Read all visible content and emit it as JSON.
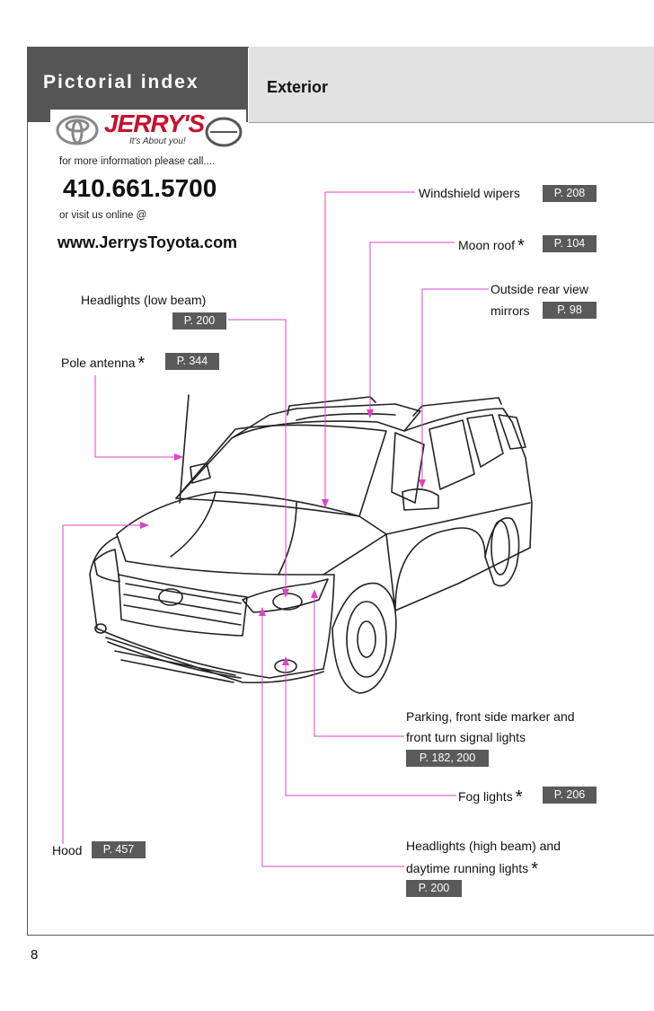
{
  "header": {
    "section": "Pictorial index",
    "subsection": "Exterior"
  },
  "ad": {
    "brand": "JERRY'S",
    "tagline": "It's About you!",
    "info_line": "for more information please call....",
    "phone": "410.661.5700",
    "visit_line": "or visit us online @",
    "website": "www.JerrysToyota.com"
  },
  "callouts": {
    "windshield_wipers": {
      "label": "Windshield wipers",
      "page": "P. 208"
    },
    "moon_roof": {
      "label": "Moon roof",
      "asterisk": "*",
      "page": "P. 104"
    },
    "mirrors": {
      "label_line1": "Outside rear view",
      "label_line2": "mirrors",
      "page": "P. 98"
    },
    "headlights_low": {
      "label": "Headlights (low beam)",
      "page": "P. 200"
    },
    "pole_antenna": {
      "label": "Pole antenna",
      "asterisk": "*",
      "page": "P. 344"
    },
    "parking_lights": {
      "label_line1": "Parking, front side marker and",
      "label_line2": "front turn signal lights",
      "page": "P. 182, 200"
    },
    "fog_lights": {
      "label": "Fog lights",
      "asterisk": "*",
      "page": "P. 206"
    },
    "hood": {
      "label": "Hood",
      "page": "P. 457"
    },
    "headlights_high": {
      "label_line1": "Headlights (high beam) and",
      "label_line2": "daytime running lights",
      "asterisk": "*",
      "page": "P. 200"
    }
  },
  "page_number": "8",
  "colors": {
    "leader": "#e040c8",
    "tab_dark": "#555555",
    "tab_light": "#e2e2e2",
    "page_badge": "#5a5a5a",
    "brand_red": "#c8102e"
  }
}
